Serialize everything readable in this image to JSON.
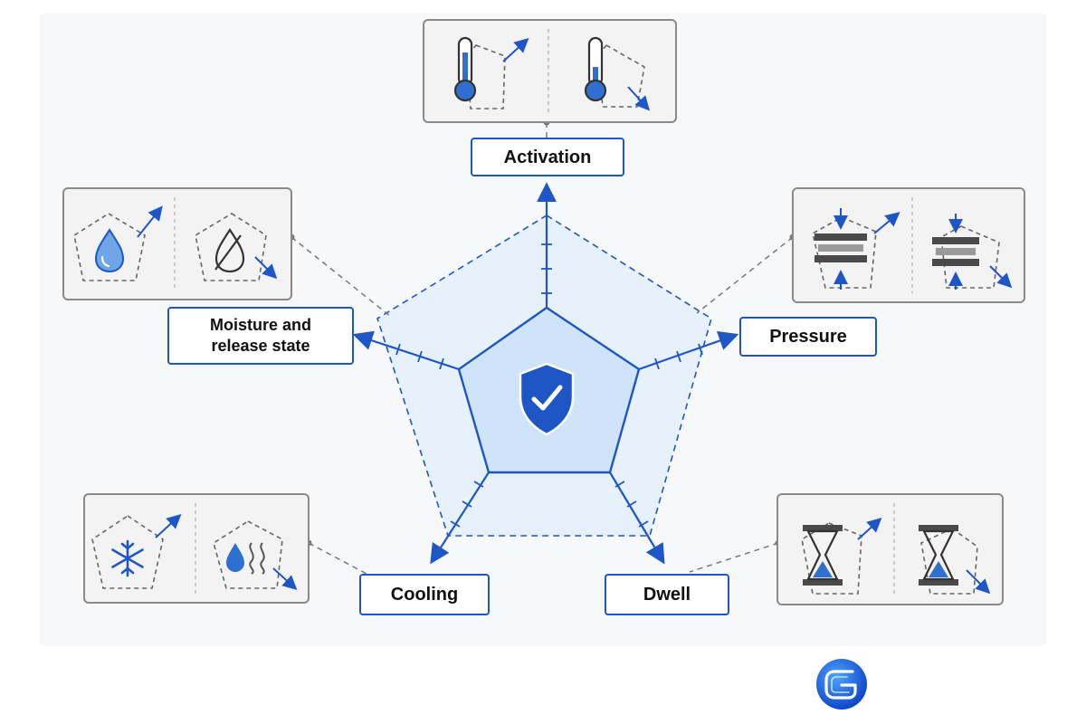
{
  "colors": {
    "accent": "#1f56c6",
    "pentagon_fill": "#e6f1fc",
    "inner_fill": "#cfe4f8",
    "box_border": "#8a8a8a",
    "box_fill": "#f3f3f3",
    "connector": "#777777"
  },
  "center_icon": "shield-check-icon",
  "axes": [
    {
      "id": "activation",
      "label": "Activation",
      "icons": [
        "thermometer-up-icon",
        "thermometer-down-icon"
      ]
    },
    {
      "id": "pressure",
      "label": "Pressure",
      "icons": [
        "press-plates-up-icon",
        "press-plates-down-icon"
      ]
    },
    {
      "id": "dwell",
      "label": "Dwell",
      "icons": [
        "hourglass-up-icon",
        "hourglass-down-icon"
      ]
    },
    {
      "id": "cooling",
      "label": "Cooling",
      "icons": [
        "snowflake-up-icon",
        "droplet-steam-down-icon"
      ]
    },
    {
      "id": "moisture",
      "label": "Moisture and\nrelease state",
      "icons": [
        "droplet-up-icon",
        "droplet-crossed-down-icon"
      ]
    }
  ],
  "brand_icon": "brand-logo-icon"
}
